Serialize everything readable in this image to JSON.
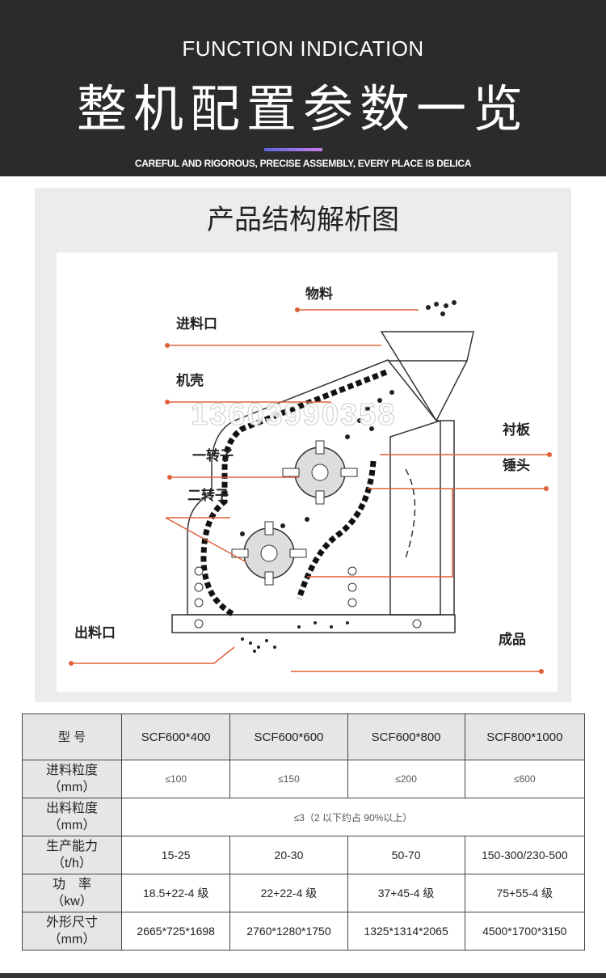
{
  "header": {
    "en_title": "FUNCTION INDICATION",
    "cn_title": "整机配置参数一览",
    "subtitle": "CAREFUL AND RIGOROUS, PRECISE ASSEMBLY, EVERY PLACE IS DELICA",
    "accent_gradient": [
      "#5a66e0",
      "#c77ee8"
    ]
  },
  "diagram": {
    "title": "产品结构解析图",
    "watermark": "13603990358",
    "labels": {
      "material": "物料",
      "inlet": "进料口",
      "housing": "机壳",
      "rotor1": "一转子",
      "rotor2": "二转子",
      "liner": "衬板",
      "hammer": "锤头",
      "outlet": "出料口",
      "product": "成品"
    },
    "line_color": "#e0603a"
  },
  "table": {
    "header": {
      "label": "型 号",
      "models": [
        "SCF600*400",
        "SCF600*600",
        "SCF600*800",
        "SCF800*1000"
      ]
    },
    "rows": [
      {
        "label": "进料粒度",
        "unit": "（mm）",
        "values": [
          "≤100",
          "≤150",
          "≤200",
          "≤600"
        ]
      },
      {
        "label": "出料粒度",
        "unit": "（mm）",
        "merged": "≤3（2 以下约占 90%以上）"
      },
      {
        "label": "生产能力",
        "unit": "（t/h）",
        "values": [
          "15-25",
          "20-30",
          "50-70",
          "150-300/230-500"
        ]
      },
      {
        "label": "功　率",
        "unit": "（kw）",
        "values": [
          "18.5+22-4 级",
          "22+22-4 级",
          "37+45-4 级",
          "75+55-4 级"
        ]
      },
      {
        "label": "外形尺寸",
        "unit": "（mm）",
        "values": [
          "2665*725*1698",
          "2760*1280*1750",
          "1325*1314*2065",
          "4500*1700*3150"
        ]
      }
    ]
  }
}
